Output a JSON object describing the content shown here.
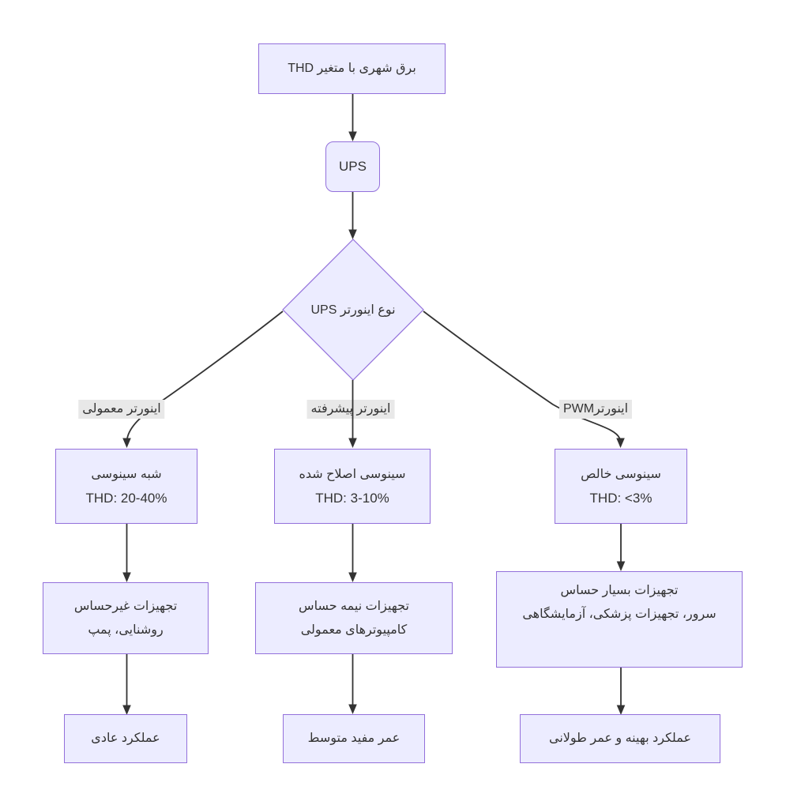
{
  "nodes": {
    "root": "برق شهری با متغیر THD",
    "ups": "UPS",
    "decision": "نوع اینورتر UPS"
  },
  "edge_labels": {
    "left": "اینورتر معمولی",
    "middle": "اینورتر پیشرفته",
    "right": "اینورترPWM"
  },
  "branches": {
    "left": {
      "wave_line1": "شبه سینوسی",
      "wave_line2": "THD: 20-40%",
      "equip_line1": "تجهیزات غیرحساس",
      "equip_line2": "روشنایی، پمپ",
      "outcome": "عملکرد عادی"
    },
    "middle": {
      "wave_line1": "سینوسی اصلاح شده",
      "wave_line2": "THD: 3-10%",
      "equip_line1": "تجهیزات نیمه حساس",
      "equip_line2": "کامپیوترهای معمولی",
      "outcome": "عمر مفید متوسط"
    },
    "right": {
      "wave_line1": "سینوسی خالص",
      "wave_line2": "THD: <3%",
      "equip_line1": "تجهیزات بسیار حساس",
      "equip_line2": "سرور، تجهیزات پزشکی، آزمایشگاهی",
      "outcome": "عملکرد بهینه و عمر طولانی"
    }
  },
  "colors": {
    "node_fill": "#ECECFF",
    "node_border": "#9370DB",
    "edge": "#333333",
    "text": "#333333",
    "label_bg": "#e8e8e8",
    "background": "#ffffff"
  }
}
